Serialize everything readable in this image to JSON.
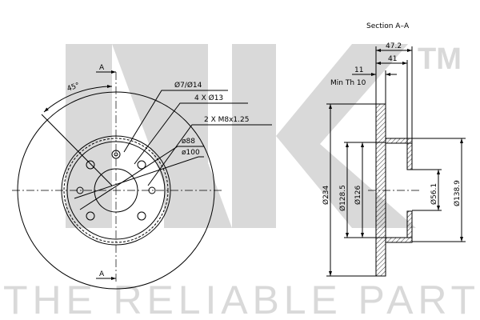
{
  "watermark": {
    "logo": "NK",
    "trademark": "TM",
    "slogan": "THE RELIABLE PART"
  },
  "section_title": "Section A–A",
  "front_view": {
    "section_marker_top": "A",
    "section_marker_bottom": "A",
    "angle": "45°",
    "callouts": [
      "Ø7/Ø14",
      "4 X Ø13",
      "2 X M8x1.25",
      "ø88",
      "ø100"
    ]
  },
  "section_view": {
    "dims": {
      "total_height": "47.2",
      "hat_height": "41",
      "thickness": "11",
      "min_thickness": "Min Th 10",
      "outer_diameter": "Ø234",
      "hat_inner_1": "Ø128.5",
      "hat_inner_2": "Ø126",
      "center_bore": "Ø56.1",
      "hat_outer": "Ø138.9"
    }
  }
}
